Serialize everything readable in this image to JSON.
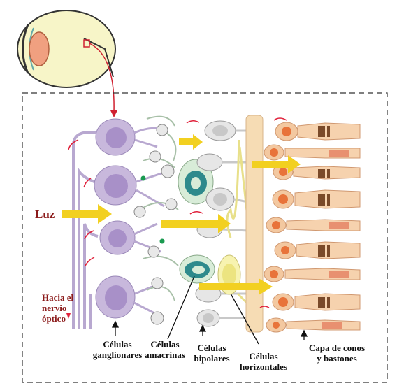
{
  "labels": {
    "luz": "Luz",
    "nervio": "Hacia el\nnervio\nóptico",
    "ganglionares": "Células\nganglionares",
    "amacrinas": "Células\namacrinas",
    "bipolares": "Células\nbipolares",
    "horizontales": "Células\nhorizontales",
    "conos": "Capa de conos\ny bastones"
  },
  "colors": {
    "ganglion": "#c8b8dc",
    "ganglion_nucleus": "#a890c8",
    "amacrine_outline": "#9ab0a0",
    "bipolar": "#e6e6e6",
    "horizontal": "#f7f3b0",
    "photoreceptor": "#f3c8a0",
    "photoreceptor_nucleus": "#e8733a",
    "light_arrow": "#f2d020",
    "signal_arrow": "#e0203a",
    "retina_lens": "#f0a080"
  }
}
